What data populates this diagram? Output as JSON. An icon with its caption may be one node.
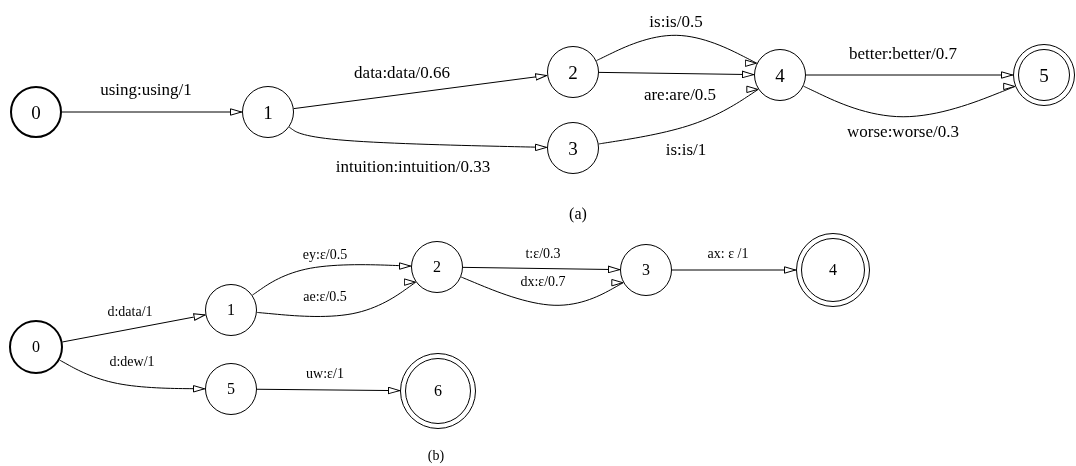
{
  "diagram": {
    "nodes": [
      {
        "text": [
          "0"
        ]
      },
      {
        "text": [
          "1"
        ]
      },
      {
        "text": [
          "2"
        ]
      },
      {
        "text": [
          "3"
        ]
      },
      {
        "text": [
          "4"
        ]
      },
      {
        "text": [
          "5"
        ]
      },
      {
        "text": [
          "0"
        ]
      },
      {
        "text": [
          "1"
        ]
      },
      {
        "text": [
          "2"
        ]
      },
      {
        "text": [
          "3"
        ]
      },
      {
        "text": [
          "4"
        ]
      },
      {
        "text": [
          "5"
        ]
      },
      {
        "text": [
          "6"
        ]
      }
    ],
    "edges": [
      {
        "from": 0,
        "to": 1,
        "arrow": "to",
        "label": "using:using/1"
      },
      {
        "from": 1,
        "to": 2,
        "arrow": "to",
        "label": "data:data/0.66"
      },
      {
        "from": 1,
        "to": 3,
        "arrow": "to",
        "label": "intuition:intuition/0.33"
      },
      {
        "from": 2,
        "to": 4,
        "arrow": "to",
        "label": "is:is/0.5"
      },
      {
        "from": 2,
        "to": 4,
        "arrow": "to",
        "label": "are:are/0.5"
      },
      {
        "from": 3,
        "to": 4,
        "arrow": "to",
        "label": "is:is/1"
      },
      {
        "from": 4,
        "to": 5,
        "arrow": "to",
        "label": "better:better/0.7"
      },
      {
        "from": 4,
        "to": 5,
        "arrow": "to",
        "label": "worse:worse/0.3"
      },
      {
        "from": 6,
        "to": 7,
        "arrow": "to",
        "label": "d:data/1"
      },
      {
        "from": 6,
        "to": 11,
        "arrow": "to",
        "label": "d:dew/1"
      },
      {
        "from": 7,
        "to": 8,
        "arrow": "to",
        "label": "ey:ε/0.5"
      },
      {
        "from": 7,
        "to": 8,
        "arrow": "to",
        "label": "ae:ε/0.5"
      },
      {
        "from": 8,
        "to": 9,
        "arrow": "to",
        "label": "t:ε/0.3"
      },
      {
        "from": 8,
        "to": 9,
        "arrow": "to",
        "label": "dx:ε/0.7"
      },
      {
        "from": 9,
        "to": 10,
        "arrow": "to",
        "label": "ax: ε /1"
      },
      {
        "from": 11,
        "to": 12,
        "arrow": "to",
        "label": "uw:ε/1"
      }
    ],
    "labels": [
      "(a)",
      "(b)"
    ]
  }
}
